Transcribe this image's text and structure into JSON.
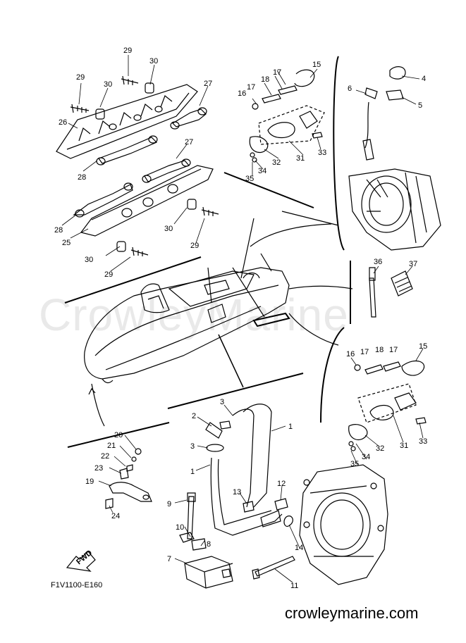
{
  "watermark_text": "CrowleyMarine",
  "diagram_code": "F1V1100-E160",
  "fwd_label": "FWD",
  "site_footer": "crowleymarine.com",
  "part_labels": [
    {
      "n": "29"
    },
    {
      "n": "30"
    },
    {
      "n": "29"
    },
    {
      "n": "30"
    },
    {
      "n": "27"
    },
    {
      "n": "26"
    },
    {
      "n": "28"
    },
    {
      "n": "27"
    },
    {
      "n": "28"
    },
    {
      "n": "25"
    },
    {
      "n": "30"
    },
    {
      "n": "29"
    },
    {
      "n": "30"
    },
    {
      "n": "29"
    },
    {
      "n": "15"
    },
    {
      "n": "17"
    },
    {
      "n": "18"
    },
    {
      "n": "17"
    },
    {
      "n": "16"
    },
    {
      "n": "31"
    },
    {
      "n": "33"
    },
    {
      "n": "32"
    },
    {
      "n": "34"
    },
    {
      "n": "35"
    },
    {
      "n": "4"
    },
    {
      "n": "6"
    },
    {
      "n": "5"
    },
    {
      "n": "36"
    },
    {
      "n": "37"
    },
    {
      "n": "16"
    },
    {
      "n": "17"
    },
    {
      "n": "18"
    },
    {
      "n": "17"
    },
    {
      "n": "15"
    },
    {
      "n": "31"
    },
    {
      "n": "33"
    },
    {
      "n": "32"
    },
    {
      "n": "34"
    },
    {
      "n": "35"
    },
    {
      "n": "3"
    },
    {
      "n": "2"
    },
    {
      "n": "1"
    },
    {
      "n": "3"
    },
    {
      "n": "1"
    },
    {
      "n": "13"
    },
    {
      "n": "12"
    },
    {
      "n": "14"
    },
    {
      "n": "9"
    },
    {
      "n": "10"
    },
    {
      "n": "8"
    },
    {
      "n": "7"
    },
    {
      "n": "11"
    },
    {
      "n": "20"
    },
    {
      "n": "21"
    },
    {
      "n": "22"
    },
    {
      "n": "23"
    },
    {
      "n": "19"
    },
    {
      "n": "24"
    }
  ]
}
